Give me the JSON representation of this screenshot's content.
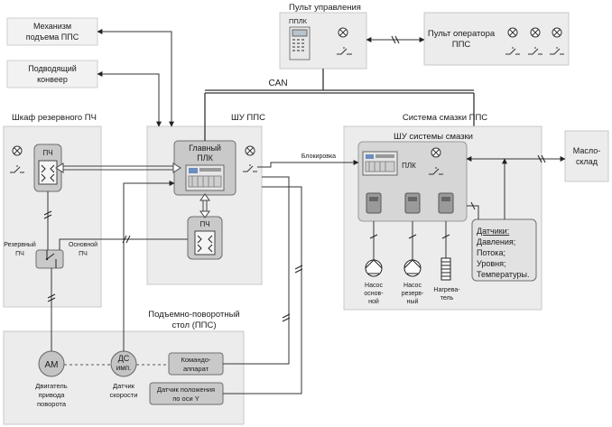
{
  "blocks": {
    "remote_panel": {
      "title": "Пульт управления",
      "pplk": "ППЛК"
    },
    "operator_panel": {
      "title_line1": "Пульт оператора",
      "title_line2": "ППС"
    },
    "lift_mechanism": {
      "line1": "Механизм",
      "line2": "подъема ППС"
    },
    "feed_conveyor": {
      "line1": "Подводящий",
      "line2": "конвеер"
    },
    "can_bus": {
      "label": "CAN"
    },
    "reserve_cabinet": {
      "title": "Шкаф резервного ПЧ",
      "pch": "ПЧ",
      "reserve_line1": "Резервный",
      "reserve_line2": "ПЧ",
      "main_line1": "Основной",
      "main_line2": "ПЧ"
    },
    "shu_pps": {
      "title": "ШУ ППС",
      "main_plc_line1": "Главный",
      "main_plc_line2": "ПЛК",
      "pch": "ПЧ"
    },
    "lube_system": {
      "title": "Система смазки ППС",
      "shu_title": "ШУ системы смазки",
      "plc": "ПЛК",
      "blocking": "Блокировка",
      "pump_main_line1": "Насос",
      "pump_main_line2": "основ-",
      "pump_main_line3": "ной",
      "pump_res_line1": "Насос",
      "pump_res_line2": "резерв-",
      "pump_res_line3": "ный",
      "heater_line1": "Нагрева-",
      "heater_line2": "тель"
    },
    "oil_store": {
      "line1": "Масло-",
      "line2": "склад"
    },
    "sensors": {
      "title": "Датчики:",
      "l1": "Давления;",
      "l2": "Потока;",
      "l3": "Уровня;",
      "l4": "Температуры."
    },
    "turntable": {
      "title_line1": "Подъемно-поворотный",
      "title_line2": "стол (ППС)",
      "am": "АМ",
      "ds_line1": "ДС",
      "ds_line2": "имп.",
      "motor_line1": "Двигатель",
      "motor_line2": "привода",
      "motor_line3": "поворота",
      "speed_line1": "Датчик",
      "speed_line2": "скорости",
      "command_line1": "Командо-",
      "command_line2": "аппарат",
      "posy_line1": "Датчик положения",
      "posy_line2": "по оси Y"
    }
  },
  "icons": [
    "lamp-icon",
    "switch-icon",
    "plc-device-icon",
    "frequency-converter-icon",
    "contactor-icon",
    "pump-icon",
    "heater-icon",
    "motor-icon"
  ]
}
